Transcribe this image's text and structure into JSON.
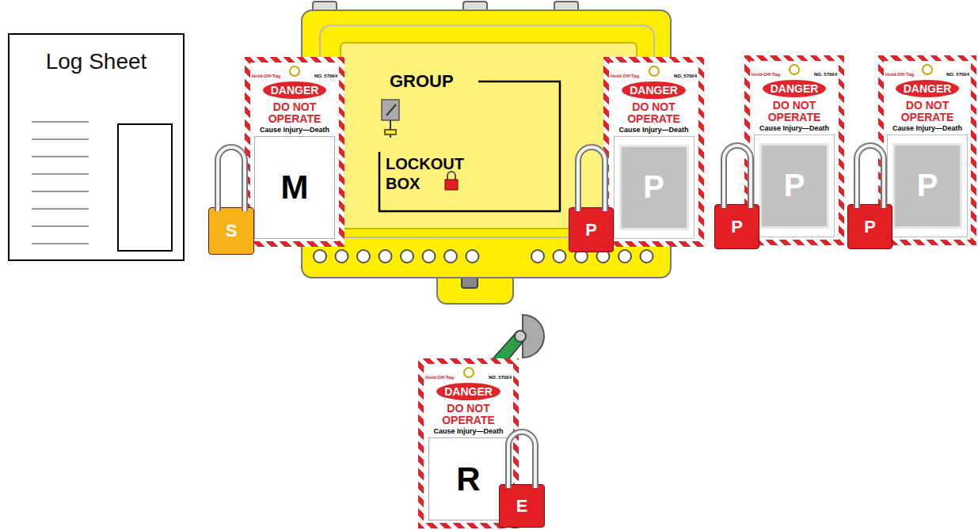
{
  "diagram": {
    "nodes": [
      {
        "text": [
          "Log Sheet"
        ]
      },
      {
        "text": [
          "GROUP",
          "LOCKOUT BOX"
        ]
      },
      {
        "text": [
          "Hold-Off-Tag",
          "NO. 57004",
          "DANGER",
          "DO NOT OPERATE",
          "Cause Injury—Death",
          "M"
        ]
      },
      {
        "text": [
          "S"
        ]
      },
      {
        "text": [
          "Hold-Off-Tag",
          "NO. 57004",
          "DANGER",
          "DO NOT OPERATE",
          "Cause Injury—Death",
          "P"
        ]
      },
      {
        "text": [
          "P"
        ]
      },
      {
        "text": [
          "Hold-Off-Tag",
          "NO. 57004",
          "DANGER",
          "DO NOT OPERATE",
          "Cause Injury—Death",
          "P"
        ]
      },
      {
        "text": [
          "P"
        ]
      },
      {
        "text": [
          "Hold-Off-Tag",
          "NO. 57004",
          "DANGER",
          "DO NOT OPERATE",
          "Cause Injury—Death",
          "P"
        ]
      },
      {
        "text": [
          "P"
        ]
      },
      {
        "text": [
          "Hold-Off-Tag",
          "NO. 57004",
          "DANGER",
          "DO NOT OPERATE",
          "Cause Injury—Death",
          "R"
        ]
      },
      {
        "text": [
          "E"
        ]
      }
    ]
  }
}
